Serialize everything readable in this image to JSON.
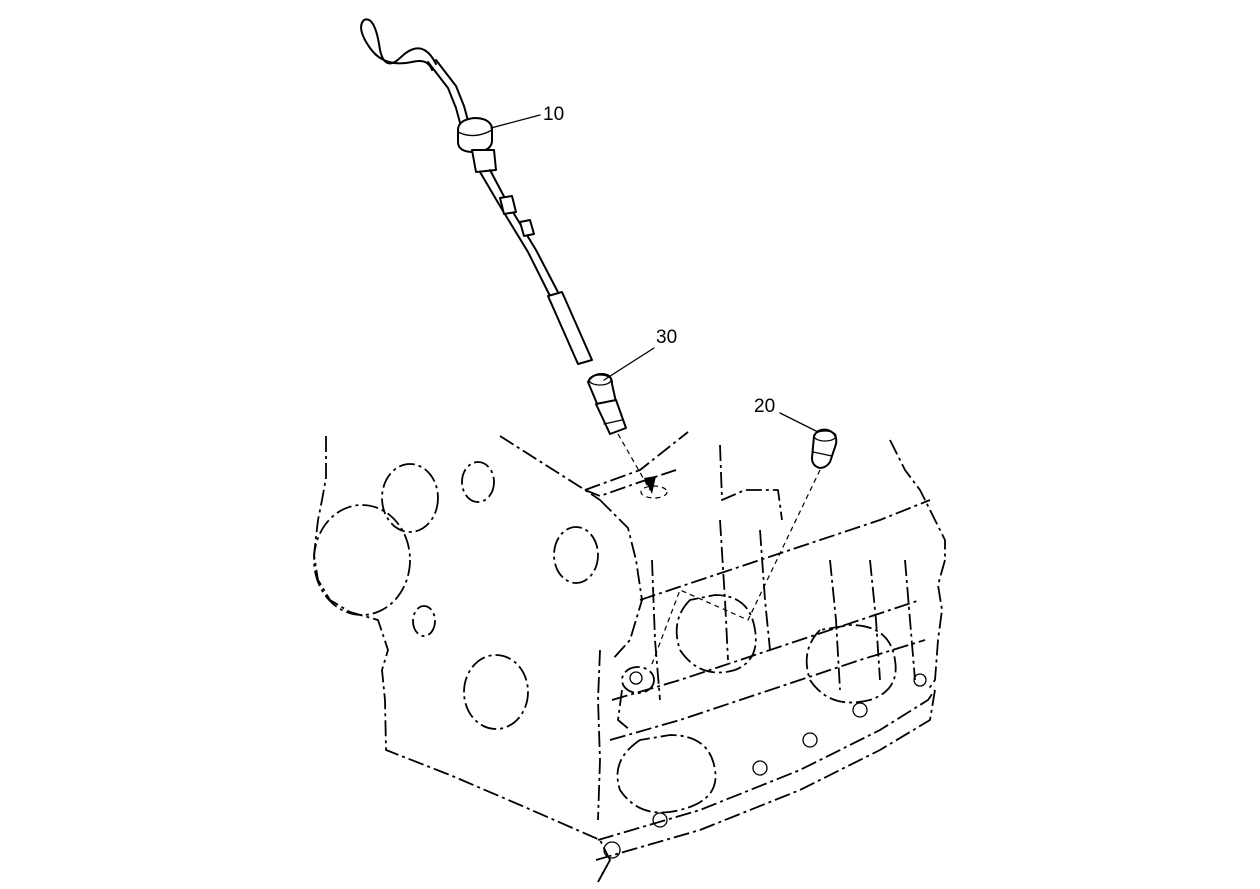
{
  "diagram": {
    "callouts": [
      {
        "id": "10",
        "label": "10",
        "part": "dipstick"
      },
      {
        "id": "30",
        "label": "30",
        "part": "dipstick-tube-adapter"
      },
      {
        "id": "20",
        "label": "20",
        "part": "plug"
      }
    ],
    "colors": {
      "line": "#000000",
      "background": "#ffffff"
    }
  }
}
